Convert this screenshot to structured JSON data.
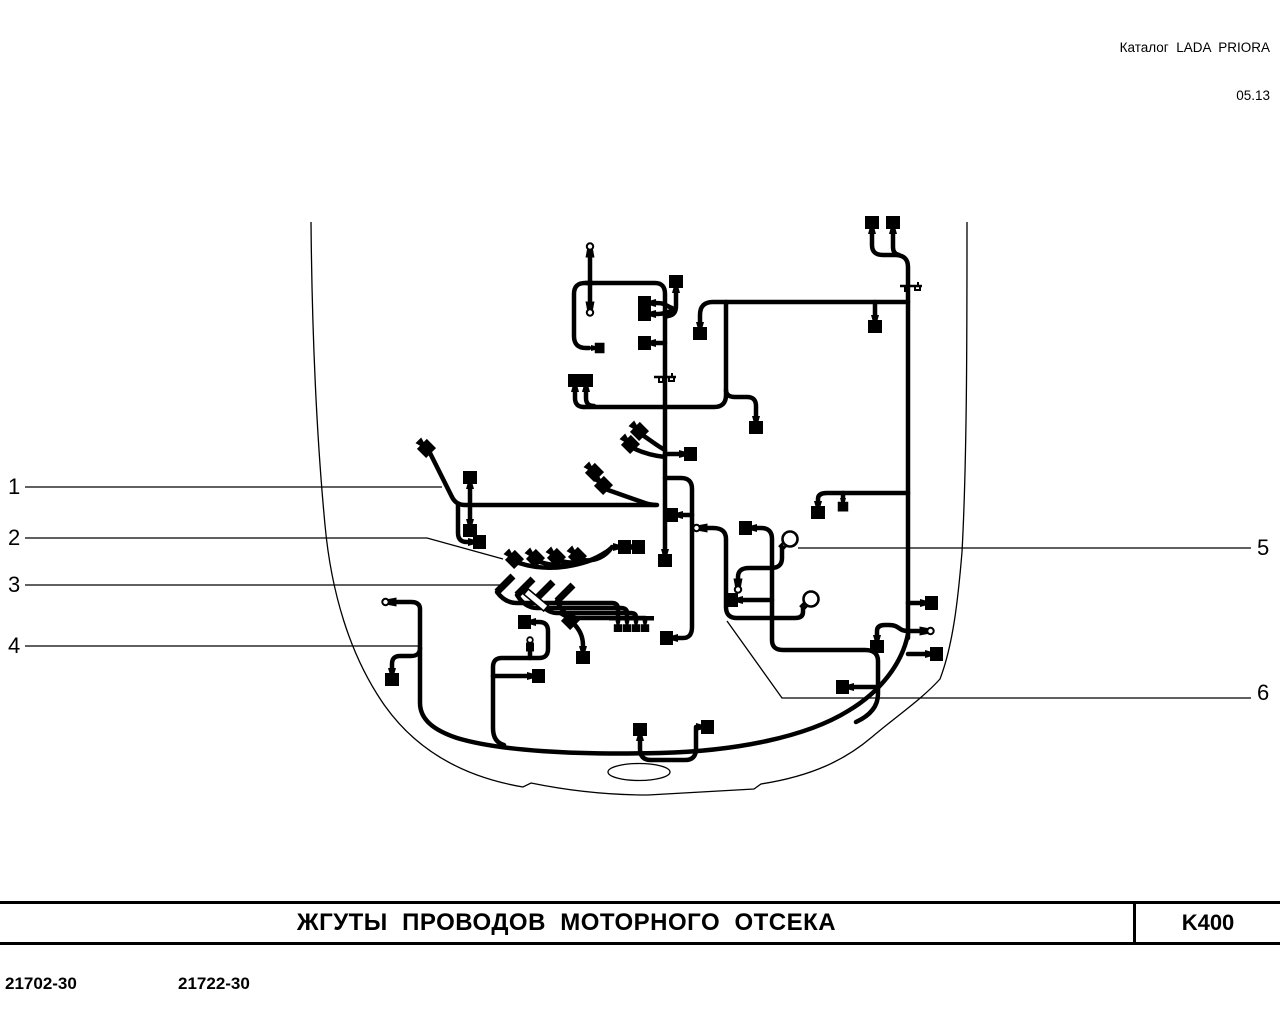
{
  "page": {
    "background": "#ffffff",
    "line_color": "#000000"
  },
  "header": {
    "catalog_line": "Каталог  LADA  PRIORA",
    "edition": "05.13"
  },
  "callouts": [
    {
      "label": "1"
    },
    {
      "label": "2"
    },
    {
      "label": "3"
    },
    {
      "label": "4"
    },
    {
      "label": "5"
    },
    {
      "label": "6"
    }
  ],
  "title_bar": {
    "title": "ЖГУТЫ  ПРОВОДОВ  МОТОРНОГО  ОТСЕКА",
    "code": "K400"
  },
  "part_numbers": [
    "21702-30",
    "21722-30"
  ]
}
